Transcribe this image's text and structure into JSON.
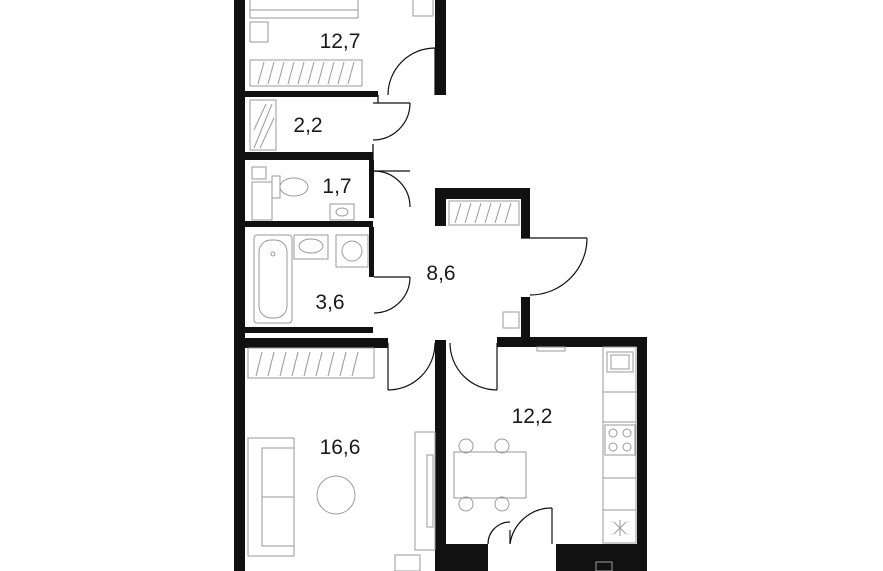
{
  "plan": {
    "rooms": [
      {
        "id": "bedroom",
        "area": "12,7"
      },
      {
        "id": "wardrobe",
        "area": "2,2"
      },
      {
        "id": "toilet",
        "area": "1,7"
      },
      {
        "id": "hall",
        "area": "8,6"
      },
      {
        "id": "bathroom",
        "area": "3,6"
      },
      {
        "id": "living-room",
        "area": "16,6"
      },
      {
        "id": "kitchen",
        "area": "12,2"
      }
    ]
  }
}
